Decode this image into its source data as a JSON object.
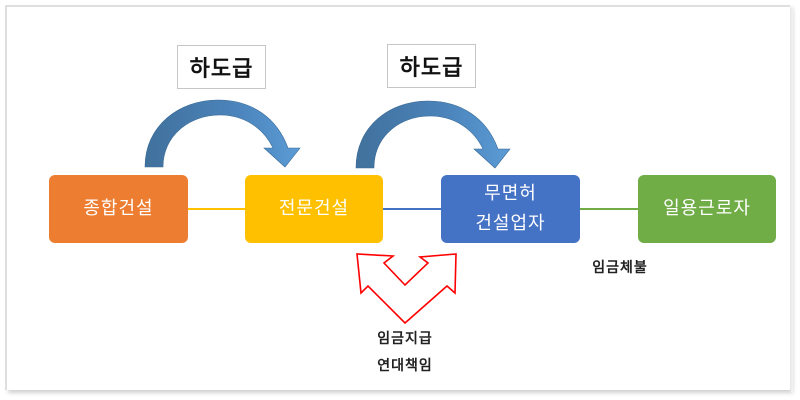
{
  "diagram": {
    "subcontract_labels": [
      "하도급",
      "하도급"
    ],
    "nodes": [
      {
        "id": "general",
        "lines": [
          "종합건설"
        ],
        "color": "#ed7d31"
      },
      {
        "id": "specialty",
        "lines": [
          "전문건설"
        ],
        "color": "#ffc000"
      },
      {
        "id": "unlicensed",
        "lines": [
          "무면허",
          "건설업자"
        ],
        "color": "#4472c4"
      },
      {
        "id": "daily-worker",
        "lines": [
          "일용근로자"
        ],
        "color": "#70ad47"
      }
    ],
    "connectors": [
      {
        "from": "general",
        "to": "specialty",
        "color": "#ffc000"
      },
      {
        "from": "specialty",
        "to": "unlicensed",
        "color": "#4472c4"
      },
      {
        "from": "unlicensed",
        "to": "daily-worker",
        "color": "#70ad47"
      }
    ],
    "captions": {
      "wage_arrears": "임금체불",
      "joint_liability_line1": "임금지급",
      "joint_liability_line2": "연대책임"
    },
    "colors": {
      "curved_arrow_dark": "#41719c",
      "curved_arrow_light": "#5b9bd5",
      "split_arrow_outline": "#ff0000"
    }
  }
}
